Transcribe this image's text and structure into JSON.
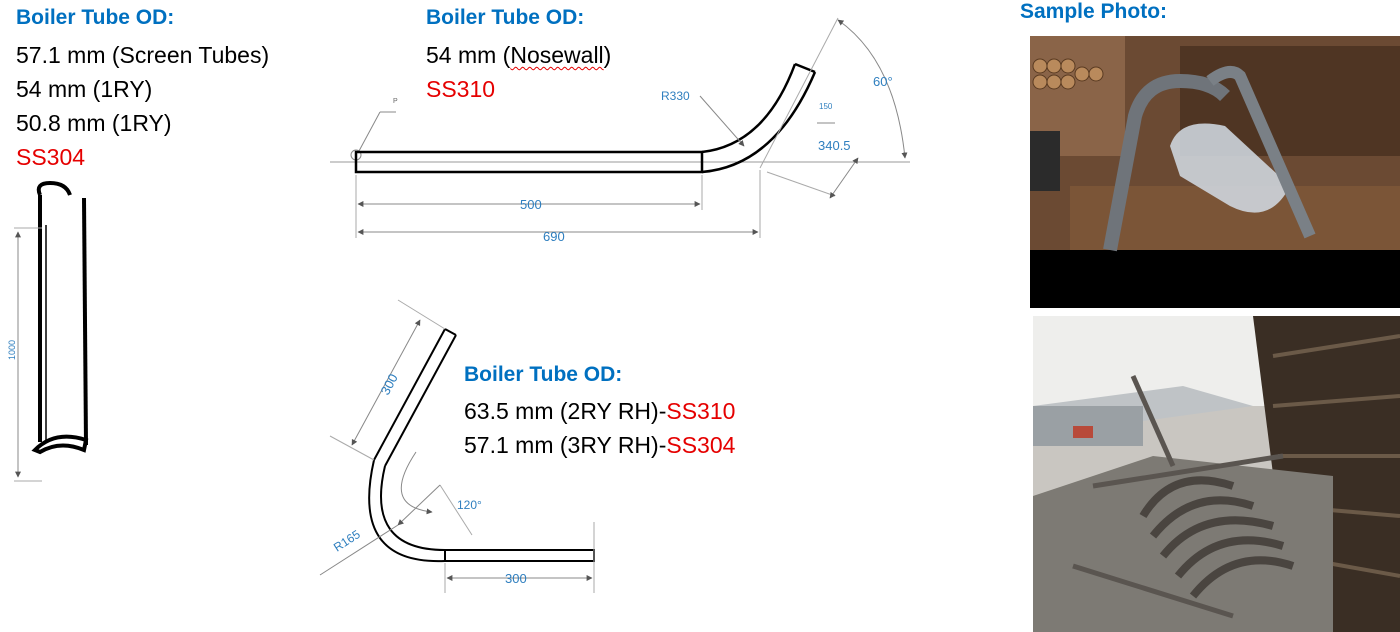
{
  "panel_left": {
    "heading": "Boiler Tube OD:",
    "lines": [
      "57.1 mm (Screen Tubes)",
      "54 mm (1RY)",
      "50.8 mm (1RY)"
    ],
    "material": "SS304"
  },
  "panel_top": {
    "heading": "Boiler Tube OD:",
    "line_prefix": "54 mm (",
    "line_word": "Nosewall",
    "line_suffix": ")",
    "material": "SS310"
  },
  "panel_bottom": {
    "heading": "Boiler Tube OD:",
    "line1_text": "63.5 mm (2RY RH)-",
    "line1_material": "SS310",
    "line2_text": "57.1 mm (3RY RH)-",
    "line2_material": "SS304"
  },
  "photos": {
    "heading": "Sample Photo:"
  },
  "drawings": {
    "straight": {
      "dim_length": "1000"
    },
    "nosewall": {
      "point_label": "P",
      "dim_radius": "R330",
      "dim_angle": "60°",
      "dim_offset": "150",
      "dim_leg": "340.5",
      "dim_straight": "500",
      "dim_total": "690"
    },
    "reheater": {
      "dim_leg_upper": "300",
      "dim_angle": "120°",
      "dim_radius": "R165",
      "dim_leg_lower": "300"
    }
  },
  "colors": {
    "heading": "#0070c0",
    "material": "#e50000",
    "dimension": "#2f7fbf"
  }
}
